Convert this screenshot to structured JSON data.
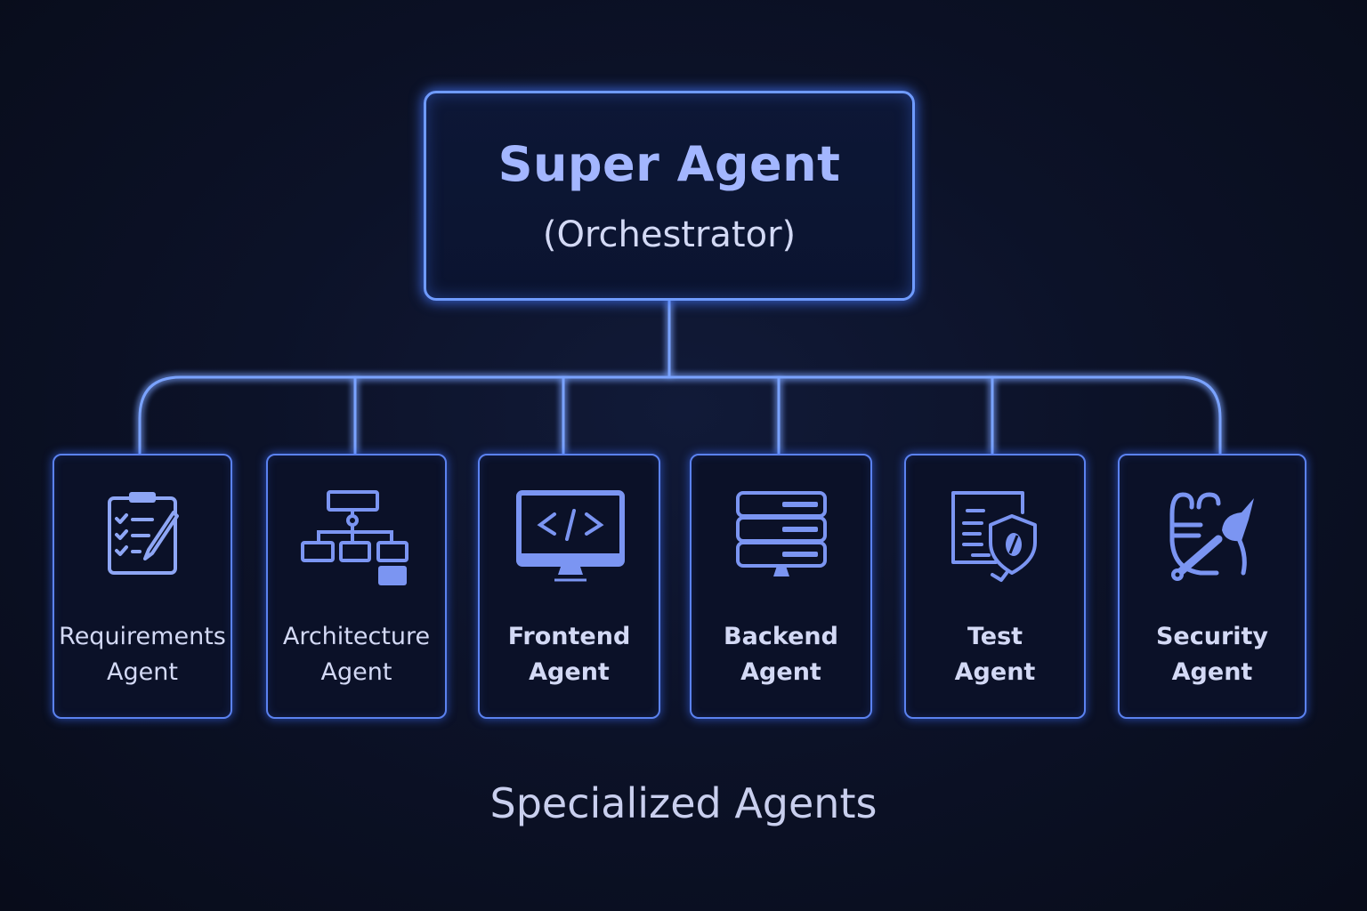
{
  "root": {
    "title": "Super Agent",
    "subtitle": "(Orchestrator)"
  },
  "agents": [
    {
      "line1": "Requirements",
      "line2": "Agent",
      "icon": "clipboard-checklist-icon"
    },
    {
      "line1": "Architecture",
      "line2": "Agent",
      "icon": "hierarchy-diagram-icon"
    },
    {
      "line1": "Frontend",
      "line2": "Agent",
      "icon": "monitor-code-icon"
    },
    {
      "line1": "Backend",
      "line2": "Agent",
      "icon": "server-stack-icon"
    },
    {
      "line1": "Test",
      "line2": "Agent",
      "icon": "document-shield-icon"
    },
    {
      "line1": "Security",
      "line2": "Agent",
      "icon": "security-tools-icon"
    }
  ],
  "footer": {
    "title": "Specialized Agents"
  },
  "colors": {
    "background": "#0a0f22",
    "glow_line": "#6f9bff",
    "icon": "#7b95f2",
    "title_text": "#a3b6ff",
    "label_text": "#d3d9f5"
  }
}
